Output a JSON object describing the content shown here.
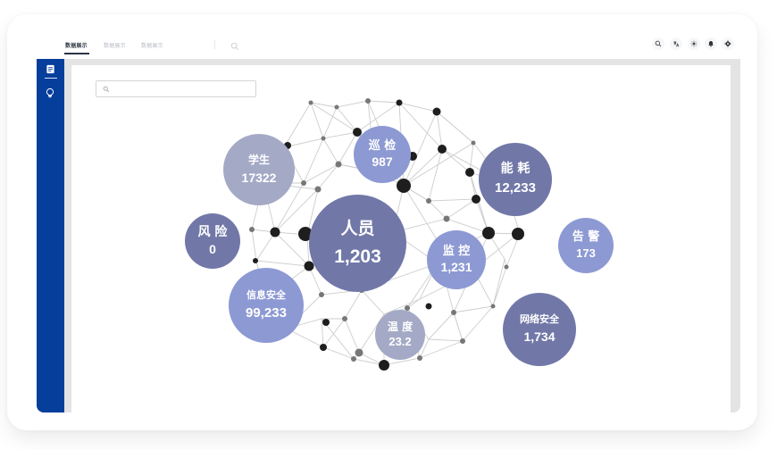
{
  "header": {
    "tabs": [
      {
        "label": "数据展示",
        "active": true
      },
      {
        "label": "数据展示",
        "active": false
      },
      {
        "label": "数据展示",
        "active": false
      }
    ],
    "search_icon": "search-icon",
    "actions": [
      {
        "name": "search-icon"
      },
      {
        "name": "translate-icon"
      },
      {
        "name": "brightness-icon"
      },
      {
        "name": "bell-icon"
      },
      {
        "name": "gear-icon"
      }
    ]
  },
  "sidebar": {
    "items": [
      {
        "name": "document-icon",
        "active": true
      },
      {
        "name": "lightbulb-icon",
        "active": false
      }
    ]
  },
  "search": {
    "placeholder": "",
    "value": ""
  },
  "colors": {
    "sidebar": "#053e9b",
    "bubble_dark": "#7178a8",
    "bubble_mid": "#8d99d3",
    "bubble_light": "#a4a9c6",
    "node_dark": "#1e1e1e",
    "edge": "#c9c9c9"
  },
  "chart_data": {
    "type": "bubble-network",
    "title": "",
    "nodes": [
      {
        "label": "学生",
        "value": "17322"
      },
      {
        "label": "巡 检",
        "value": "987"
      },
      {
        "label": "能 耗",
        "value": "12,233"
      },
      {
        "label": "风 险",
        "value": "0"
      },
      {
        "label": "人员",
        "value": "1,203"
      },
      {
        "label": "监 控",
        "value": "1,231"
      },
      {
        "label": "告 警",
        "value": "173"
      },
      {
        "label": "信息安全",
        "value": "99,233"
      },
      {
        "label": "温 度",
        "value": "23.2"
      },
      {
        "label": "网络安全",
        "value": "1,734"
      }
    ]
  },
  "bubbles": [
    {
      "label": "学生",
      "value": "17322"
    },
    {
      "label": "巡 检",
      "value": "987"
    },
    {
      "label": "能 耗",
      "value": "12,233"
    },
    {
      "label": "风 险",
      "value": "0"
    },
    {
      "label": "人员",
      "value": "1,203"
    },
    {
      "label": "监 控",
      "value": "1,231"
    },
    {
      "label": "告 警",
      "value": "173"
    },
    {
      "label": "信息安全",
      "value": "99,233"
    },
    {
      "label": "温 度",
      "value": "23.2"
    },
    {
      "label": "网络安全",
      "value": "1,734"
    }
  ]
}
